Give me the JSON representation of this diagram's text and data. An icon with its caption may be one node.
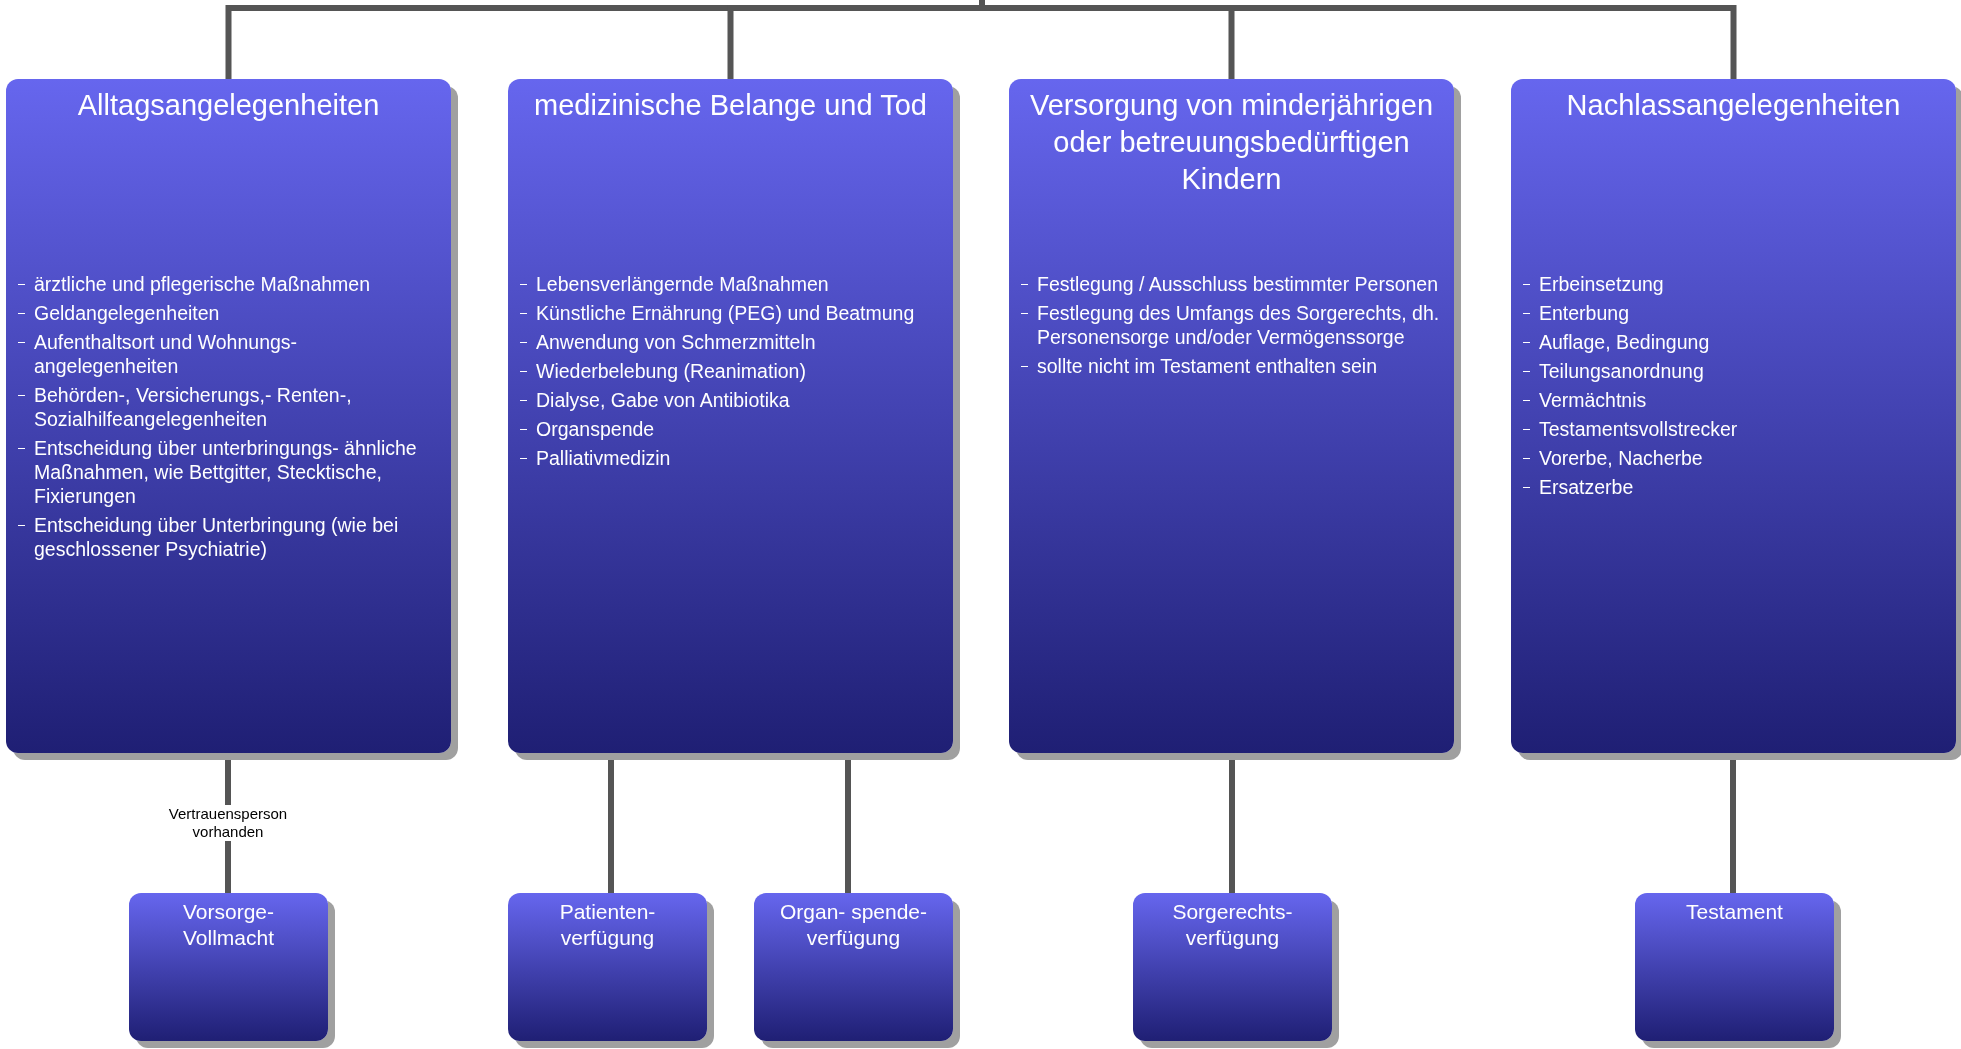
{
  "diagram": {
    "nodes": [
      {
        "text": [
          "Alltagsangelegenheiten",
          "ärztliche und pflegerische Maßnahmen",
          "Geldangelegenheiten",
          "Aufenthaltsort und Wohnungs- angelegenheiten",
          "Behörden-, Versicherungs,- Renten-, Sozialhilfeangelegenheiten",
          "Entscheidung über unterbringungs- ähnliche Maßnahmen, wie Bettgitter, Stecktische, Fixierungen",
          "Entscheidung über Unterbringung (wie bei geschlossener Psychiatrie)"
        ]
      },
      {
        "text": [
          "medizinische Belange und Tod",
          "Lebensverlängernde Maßnahmen",
          "Künstliche Ernährung (PEG) und Beatmung",
          "Anwendung von Schmerzmitteln",
          "Wiederbelebung (Reanimation)",
          "Dialyse, Gabe von Antibiotika",
          "Organspende",
          "Palliativmedizin"
        ]
      },
      {
        "text": [
          "Versorgung von minderjährigen oder betreuungsbedürftigen Kindern",
          "Festlegung / Ausschluss bestimmter Personen",
          "Festlegung des Umfangs des Sorgerechts, dh. Personensorge und/oder Vermögenssorge",
          "sollte nicht im Testament enthalten sein"
        ]
      },
      {
        "text": [
          "Nachlassangelegenheiten",
          "Erbeinsetzung",
          "Enterbung",
          "Auflage, Bedingung",
          "Teilungsanordnung",
          "Vermächtnis",
          "Testamentsvollstrecker",
          "Vorerbe, Nacherbe",
          "Ersatzerbe"
        ]
      },
      {
        "text": [
          "Vorsorge- Vollmacht"
        ]
      },
      {
        "text": [
          "Patienten- verfügung"
        ]
      },
      {
        "text": [
          "Organ- spende- verfügung"
        ]
      },
      {
        "text": [
          "Sorgerechts- verfügung"
        ]
      },
      {
        "text": [
          "Testament"
        ]
      }
    ],
    "edges": [
      {
        "from": null,
        "to": 0,
        "arrow": "none"
      },
      {
        "from": null,
        "to": 1,
        "arrow": "none"
      },
      {
        "from": null,
        "to": 2,
        "arrow": "none"
      },
      {
        "from": null,
        "to": 3,
        "arrow": "none"
      },
      {
        "from": 0,
        "to": 4,
        "arrow": "none",
        "label": "Vertrauensperson vorhanden"
      },
      {
        "from": 1,
        "to": 5,
        "arrow": "none"
      },
      {
        "from": 1,
        "to": 6,
        "arrow": "none"
      },
      {
        "from": 2,
        "to": 7,
        "arrow": "none"
      },
      {
        "from": 3,
        "to": 8,
        "arrow": "none"
      }
    ]
  }
}
